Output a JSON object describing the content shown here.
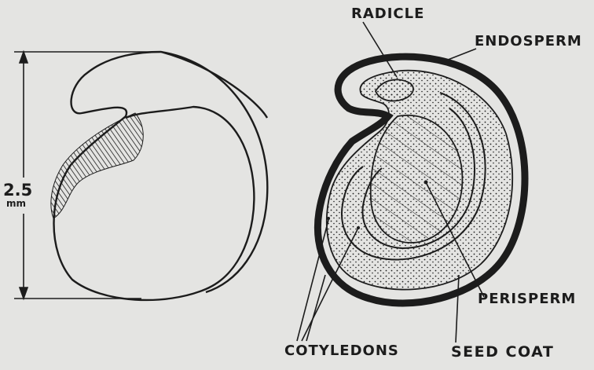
{
  "labels": {
    "radicle": "RADICLE",
    "endosperm": "ENDOSPERM",
    "perisperm": "PERISPERM",
    "cotyledons": "COTYLEDONS",
    "seed_coat": "SEED COAT"
  },
  "dimension": {
    "value": "2.5",
    "unit": "mm"
  },
  "colors": {
    "background": "#e4e4e2",
    "ink": "#1c1c1c"
  }
}
